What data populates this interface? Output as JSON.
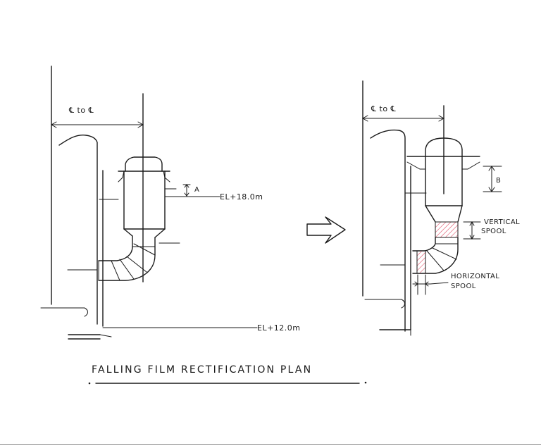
{
  "left": {
    "spacing_label": "℄ to ℄",
    "dim_a_label": "A",
    "elevation_top": "EL+18.0m",
    "elevation_bottom": "EL+12.0m"
  },
  "right": {
    "spacing_label": "℄ to ℄",
    "dim_b_label": "B",
    "vertical_spool": [
      "VERTICAL",
      "SPOOL"
    ],
    "horizontal_spool": [
      "HORIZONTAL",
      "SPOOL"
    ]
  },
  "arrow_icon": "double-right-arrow-icon",
  "title": "FALLING FILM RECTIFICATION PLAN",
  "colors": {
    "ink": "#1a1a1a",
    "spool_hatch": "#e0556a"
  }
}
